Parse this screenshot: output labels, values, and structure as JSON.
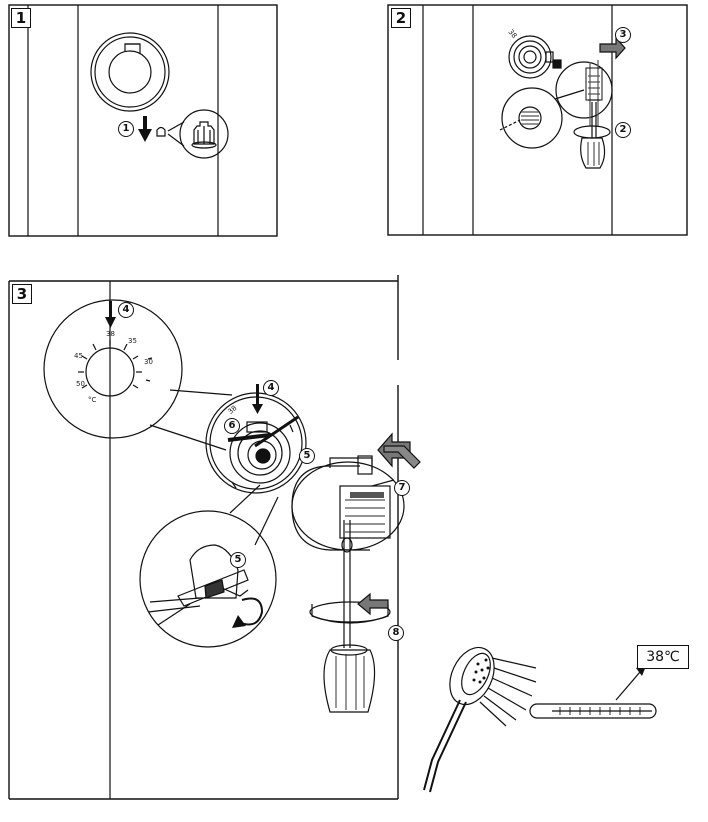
{
  "panels": {
    "p1": {
      "label": "1"
    },
    "p2": {
      "label": "2"
    },
    "p3": {
      "label": "3"
    }
  },
  "steps": {
    "s1": "1",
    "s2": "2",
    "s3": "3",
    "s4a": "4",
    "s4b": "4",
    "s5a": "5",
    "s5b": "5",
    "s6": "6",
    "s7": "7",
    "s8": "8"
  },
  "dial": {
    "small_38": "38",
    "mark_38": "38",
    "mark_35": "35",
    "mark_30": "30",
    "mark_45": "45",
    "mark_50": "50",
    "mark_c": "°C",
    "valve_38": "38"
  },
  "thermometer": {
    "reading": "38℃"
  },
  "colors": {
    "line": "#111111",
    "hatch": "#555555",
    "bg": "#ffffff"
  }
}
